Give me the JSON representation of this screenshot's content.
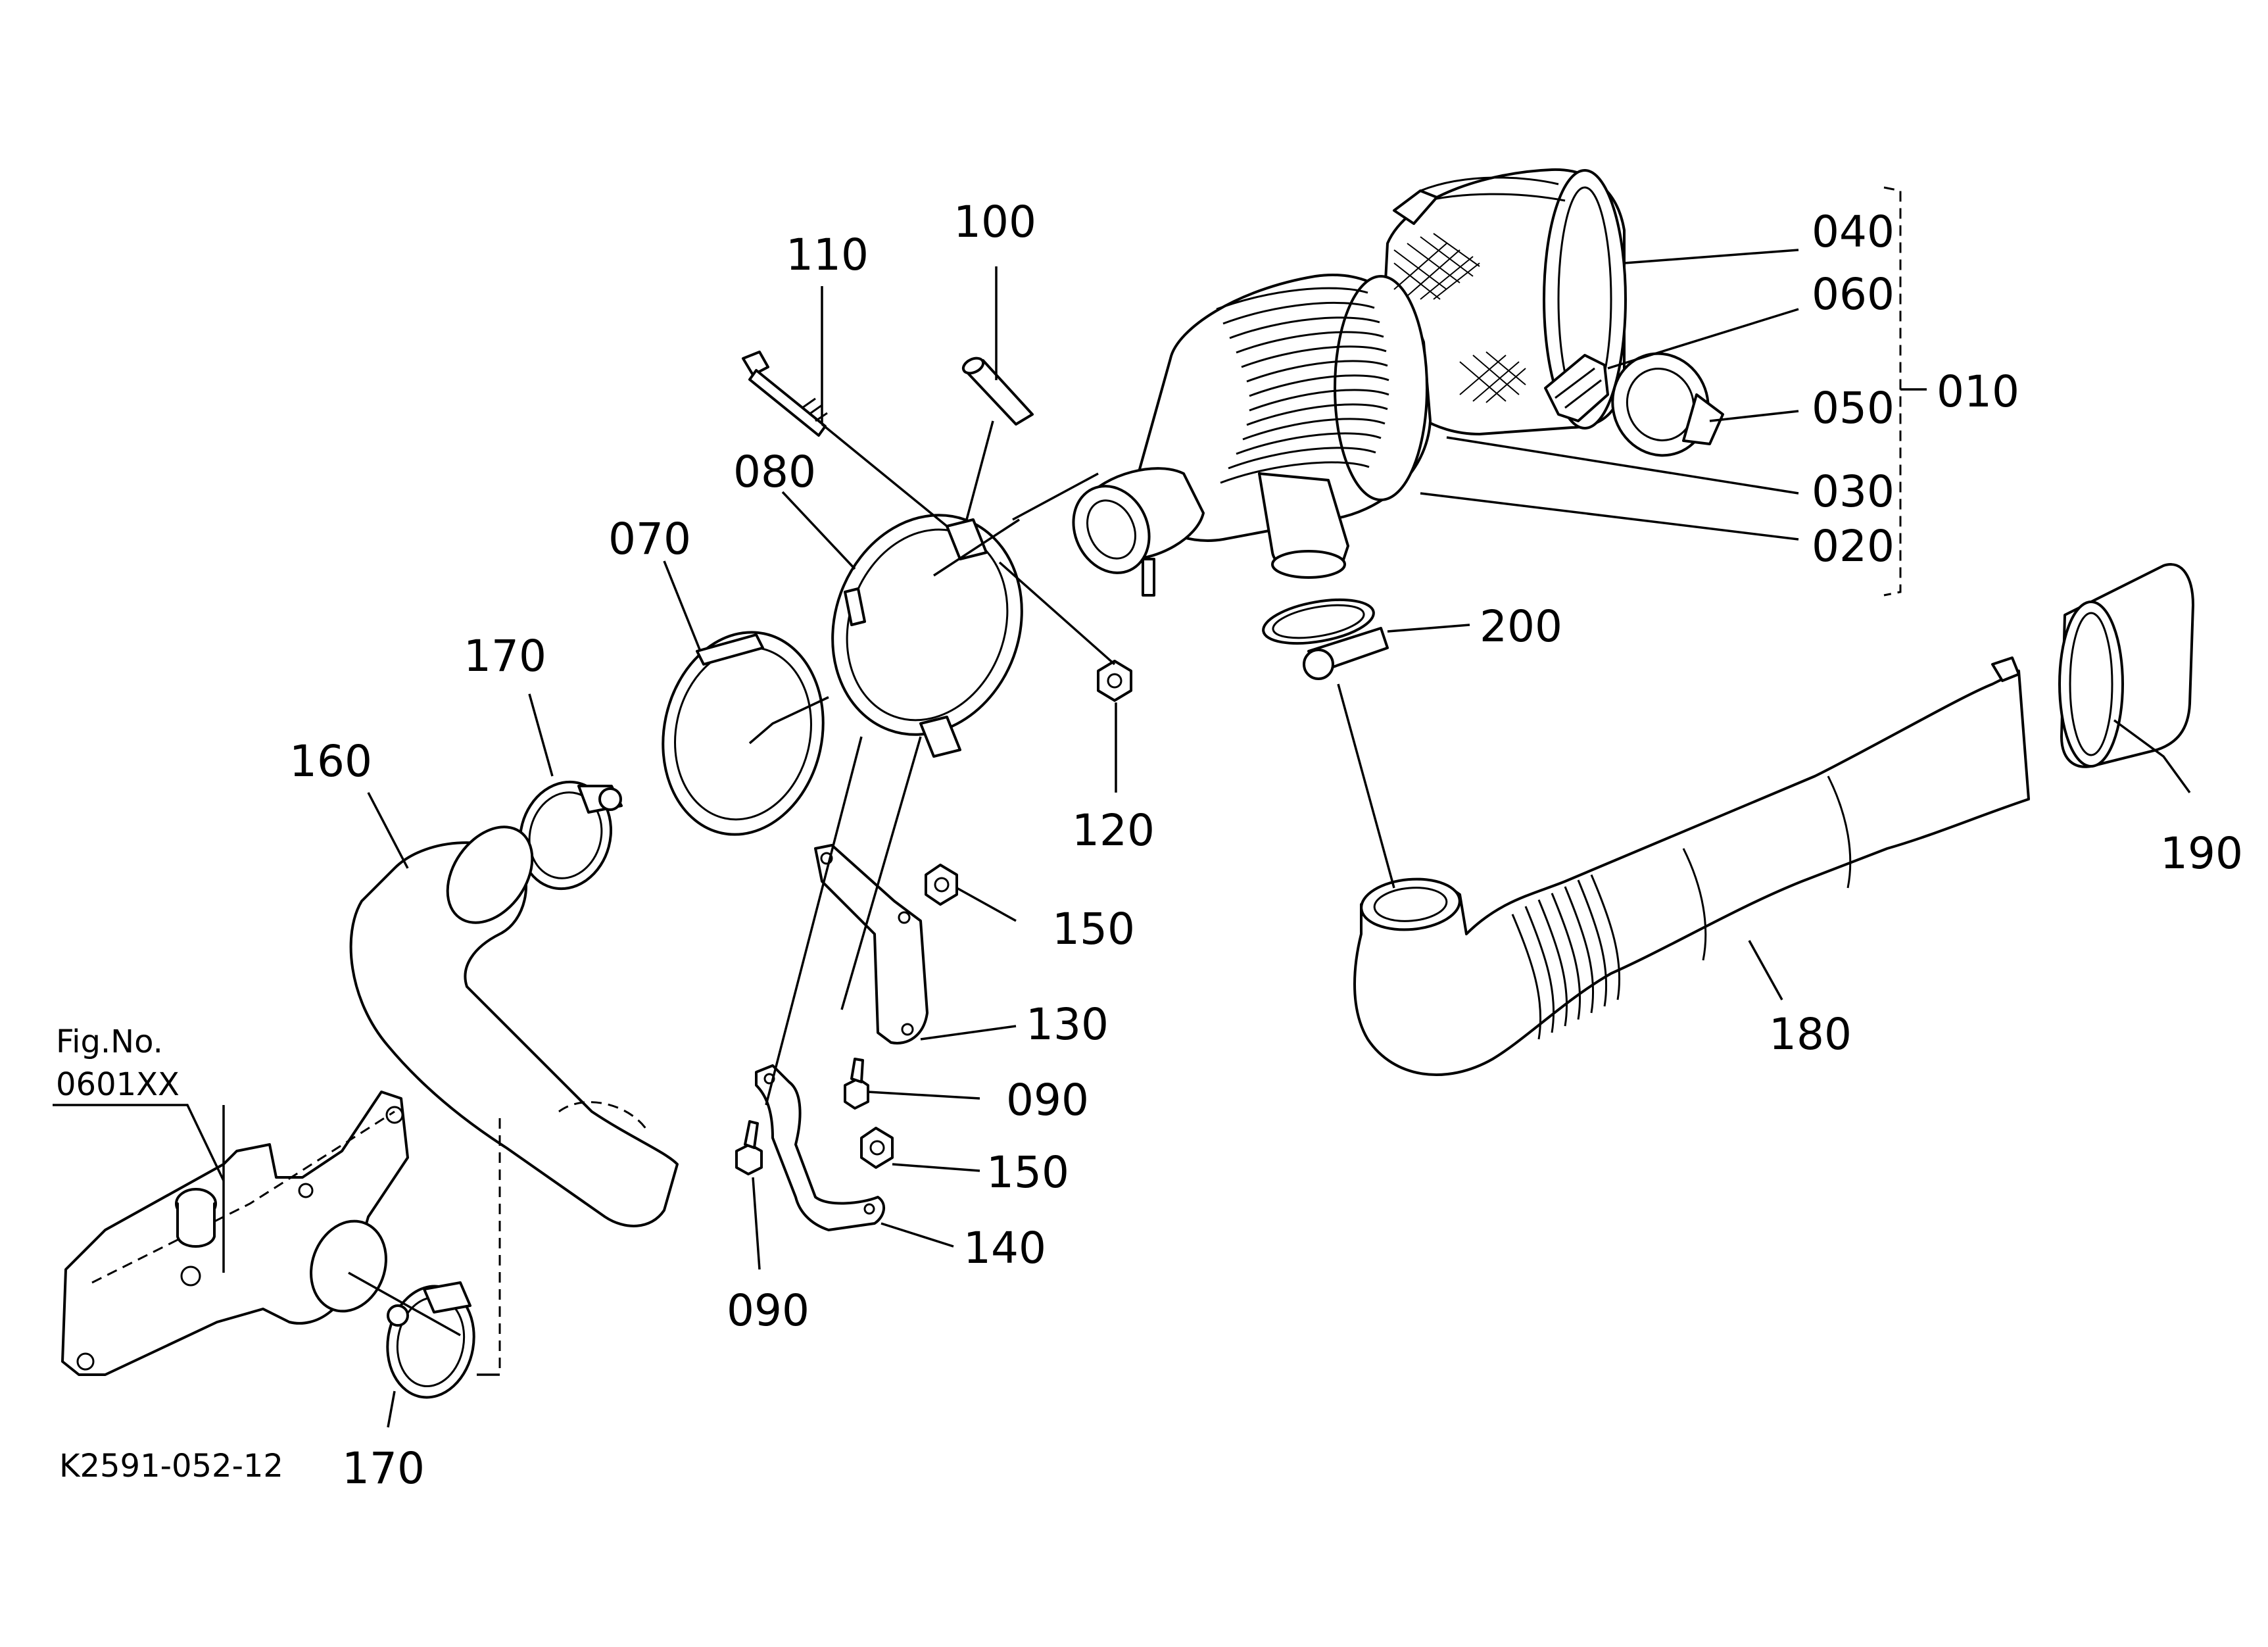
{
  "figure_reference": {
    "label": "Fig.No.",
    "number": "0601XX"
  },
  "drawing_id": "K2591-052-12",
  "assembly_group": "010",
  "parts": [
    {
      "id": "010"
    },
    {
      "id": "020"
    },
    {
      "id": "030"
    },
    {
      "id": "040"
    },
    {
      "id": "050"
    },
    {
      "id": "060"
    },
    {
      "id": "070"
    },
    {
      "id": "080"
    },
    {
      "id": "090"
    },
    {
      "id": "100"
    },
    {
      "id": "110"
    },
    {
      "id": "120"
    },
    {
      "id": "130"
    },
    {
      "id": "140"
    },
    {
      "id": "150"
    },
    {
      "id": "160"
    },
    {
      "id": "170"
    },
    {
      "id": "180"
    },
    {
      "id": "190"
    },
    {
      "id": "200"
    }
  ],
  "callouts": {
    "c110": "110",
    "c100": "100",
    "c080": "080",
    "c070": "070",
    "c170_top": "170",
    "c160": "160",
    "c120": "120",
    "c150_top": "150",
    "c130": "130",
    "c090_right": "090",
    "c150_bottom": "150",
    "c140": "140",
    "c090_bottom": "090",
    "c170_bottom": "170",
    "c040": "040",
    "c060": "060",
    "c050": "050",
    "c010": "010",
    "c030": "030",
    "c020": "020",
    "c200": "200",
    "c190": "190",
    "c180": "180"
  }
}
